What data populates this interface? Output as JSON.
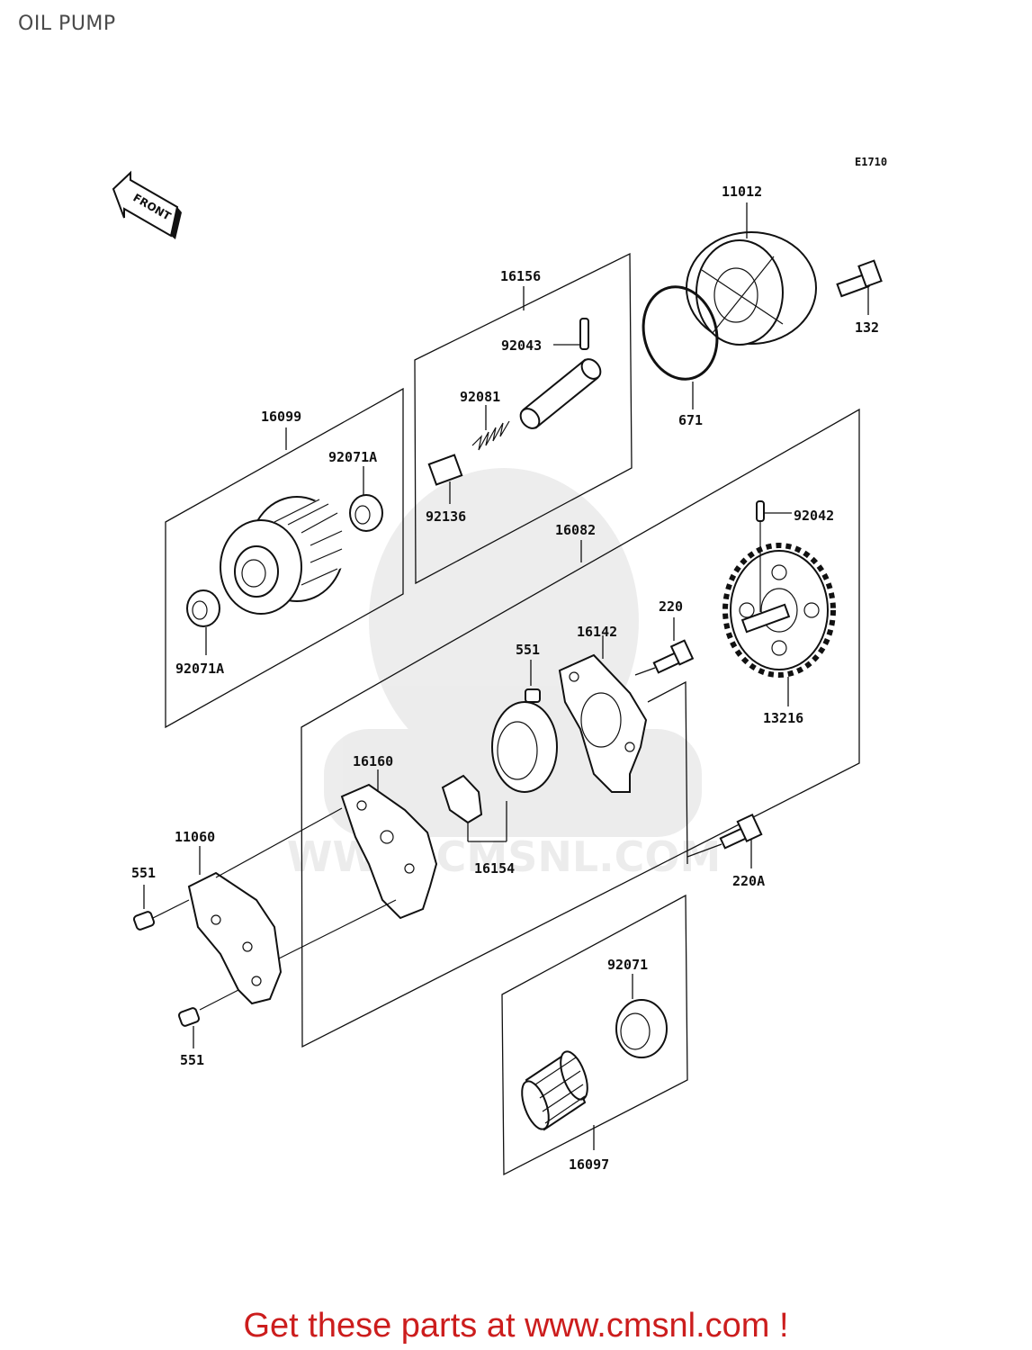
{
  "page": {
    "title": "OIL PUMP",
    "footer": "Get these parts at www.cmsnl.com !",
    "diagram_code": "E1710",
    "front_arrow": "FRONT",
    "watermark": "WWW.CMSNL.COM"
  },
  "labels": {
    "p11012": "11012",
    "p132": "132",
    "p671": "671",
    "p16156": "16156",
    "p92043": "92043",
    "p92081": "92081",
    "p92136": "92136",
    "p16099": "16099",
    "p92071A_top": "92071A",
    "p92071A_bottom": "92071A",
    "p16082": "16082",
    "p92042": "92042",
    "p220": "220",
    "p16142": "16142",
    "p551_mid": "551",
    "p13216": "13216",
    "p16160": "16160",
    "p11060": "11060",
    "p551_left": "551",
    "p551_bottom": "551",
    "p16154": "16154",
    "p220A": "220A",
    "p92071": "92071",
    "p16097": "16097"
  },
  "colors": {
    "footer": "#cc1d1d",
    "title": "#4a4a4a",
    "line": "#111111"
  }
}
